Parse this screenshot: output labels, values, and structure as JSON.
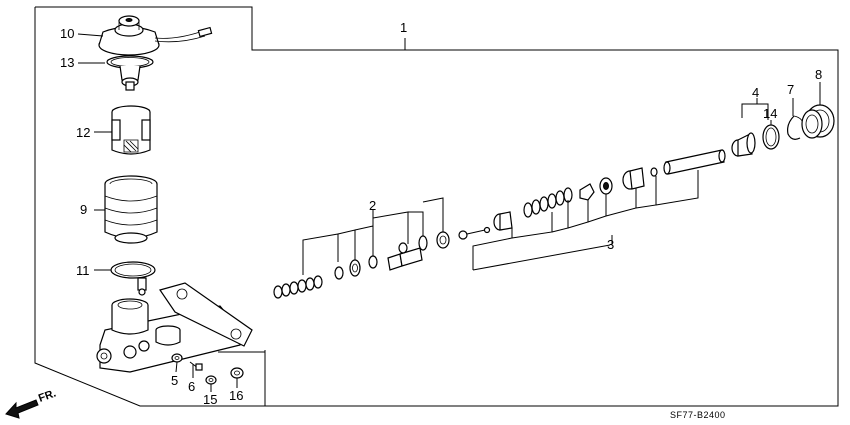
{
  "callouts": [
    "1",
    "2",
    "3",
    "4",
    "5",
    "6",
    "7",
    "8",
    "9",
    "10",
    "11",
    "12",
    "13",
    "14",
    "15",
    "16"
  ],
  "diagram_code": "SF77-B2400",
  "direction_label": "FR."
}
